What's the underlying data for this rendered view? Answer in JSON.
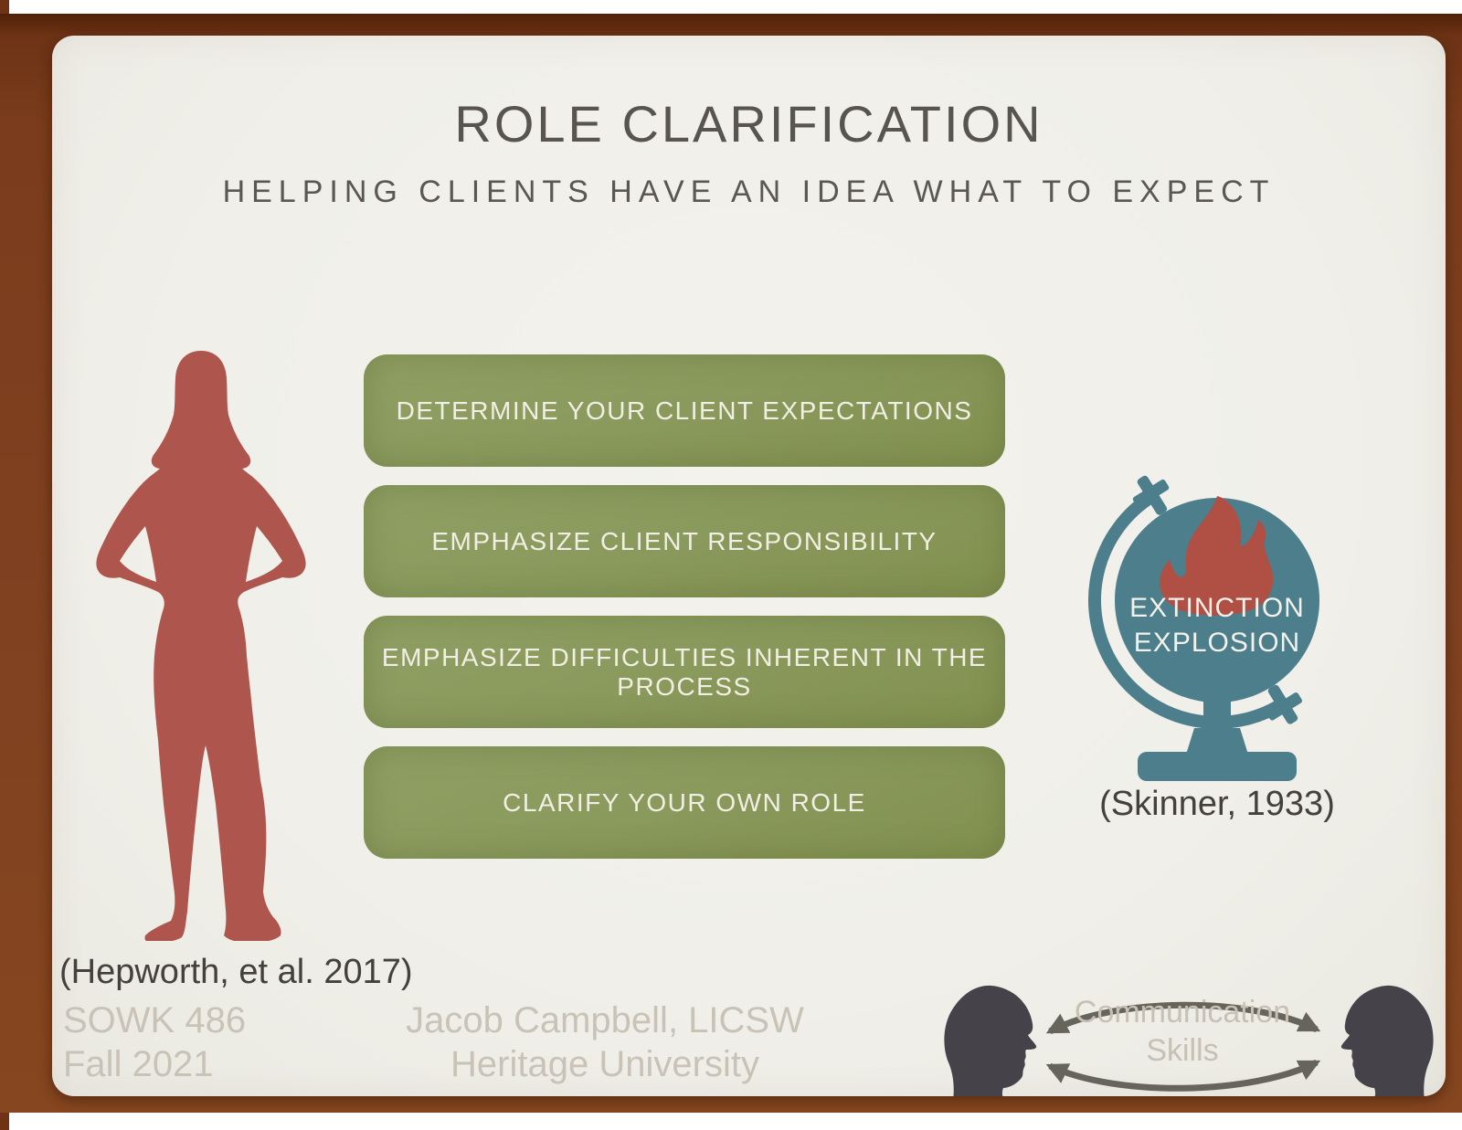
{
  "slide": {
    "title": "ROLE CLARIFICATION",
    "subtitle": "HELPING CLIENTS HAVE AN IDEA WHAT TO EXPECT",
    "boxes": [
      "DETERMINE YOUR CLIENT EXPECTATIONS",
      "EMPHASIZE CLIENT RESPONSIBILITY",
      "EMPHASIZE DIFFICULTIES INHERENT IN THE PROCESS",
      "CLARIFY YOUR OWN ROLE"
    ],
    "globe": {
      "label_line1": "EXTINCTION",
      "label_line2": "EXPLOSION",
      "citation": "(Skinner, 1933)"
    },
    "citation_left": "(Hepworth, et al. 2017)",
    "footer": {
      "course": "SOWK 486",
      "term": "Fall 2021",
      "author": "Jacob Campbell, LICSW",
      "institution": "Heritage University"
    },
    "communication": {
      "line1": "Communication",
      "line2": "Skills"
    }
  },
  "icons": {
    "woman": "woman-silhouette-icon",
    "globe": "globe-on-stand-icon",
    "flame": "flame-icon",
    "heads": "two-profile-heads-icon",
    "arrows": "double-headed-curved-arrows-icon"
  },
  "colors": {
    "frame_brown": "#7f4120",
    "paper": "#f0efe9",
    "box_green": "#8a995c",
    "silhouette_red": "#ae564d",
    "globe_teal": "#4d7e8c",
    "flame_red": "#b04f44",
    "title_gray": "#585450",
    "footer_light": "#c9c3b7",
    "head_charcoal": "#46424a",
    "arrow_gray": "#67645b"
  }
}
